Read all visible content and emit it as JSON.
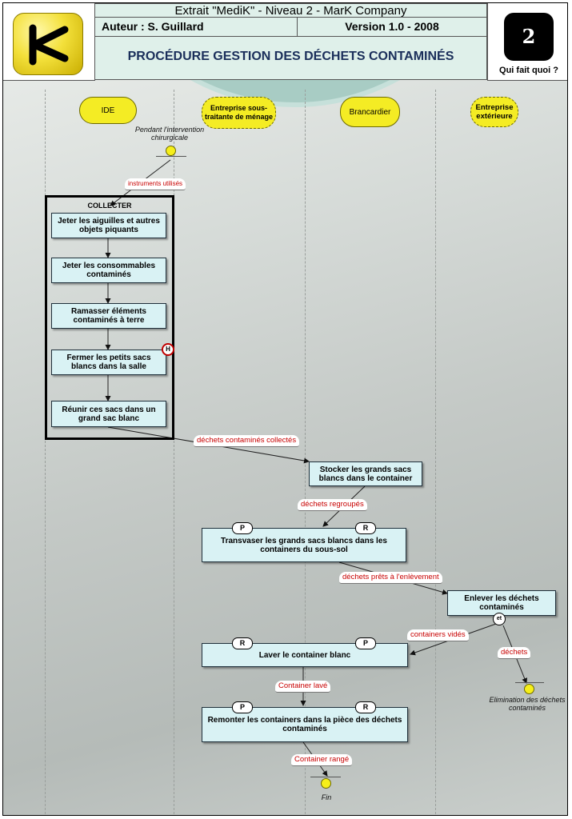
{
  "header": {
    "title_line": "Extrait \"MediK\" - Niveau 2 - MarK Company",
    "author": "Auteur :  S. Guillard",
    "version": "Version 1.0 - 2008",
    "procedure_title": "PROCÉDURE GESTION DES DÉCHETS CONTAMINÉS",
    "page_number": "2",
    "page_subtitle": "Qui fait quoi ?"
  },
  "lanes": [
    {
      "label": "IDE",
      "dashed": false
    },
    {
      "label": "Entreprise sous-traitante de ménage",
      "dashed": true
    },
    {
      "label": "Brancardier",
      "dashed": false
    },
    {
      "label": "Entreprise extérieure",
      "dashed": true
    }
  ],
  "start_event": {
    "caption": "Pendant l'intervention chirurgicale"
  },
  "end_events": [
    {
      "caption": "Elimination des déchets contaminés"
    },
    {
      "caption": "Fin"
    }
  ],
  "group": {
    "title": "COLLECTER"
  },
  "tasks": [
    {
      "id": "t1",
      "label": "Jeter les aiguilles et autres objets piquants"
    },
    {
      "id": "t2",
      "label": "Jeter les consommables contaminés"
    },
    {
      "id": "t3",
      "label": "Ramasser éléments contaminés à terre"
    },
    {
      "id": "t4",
      "label": "Fermer les petits sacs blancs dans la salle"
    },
    {
      "id": "t5",
      "label": "Réunir ces sacs dans un grand sac blanc"
    },
    {
      "id": "t6",
      "label": "Stocker les grands sacs blancs dans le container"
    },
    {
      "id": "t7",
      "label": "Transvaser les grands sacs blancs dans les containers du sous-sol"
    },
    {
      "id": "t8",
      "label": "Enlever les déchets contaminés"
    },
    {
      "id": "t9",
      "label": "Laver le container blanc"
    },
    {
      "id": "t10",
      "label": "Remonter les containers dans la pièce des  déchets contaminés"
    }
  ],
  "flow_labels": [
    {
      "id": "f0",
      "text": "instruments utilisés"
    },
    {
      "id": "f1",
      "text": "déchets contaminés collectés"
    },
    {
      "id": "f2",
      "text": "déchets regroupés"
    },
    {
      "id": "f3",
      "text": "déchets prêts à l'enlèvement"
    },
    {
      "id": "f4",
      "text": "containers vidés"
    },
    {
      "id": "f5",
      "text": "déchets"
    },
    {
      "id": "f6",
      "text": "Container lavé"
    },
    {
      "id": "f7",
      "text": "Container rangé"
    }
  ],
  "badges": {
    "h": "H",
    "p": "P",
    "r": "R",
    "et": "et"
  },
  "colors": {
    "lane_head_fill": "#f4ec24",
    "task_fill": "#d9f2f4",
    "flow_label_text": "#c80000",
    "header_fill": "#dff0ea",
    "arc_fill": "#a8ccc4"
  }
}
